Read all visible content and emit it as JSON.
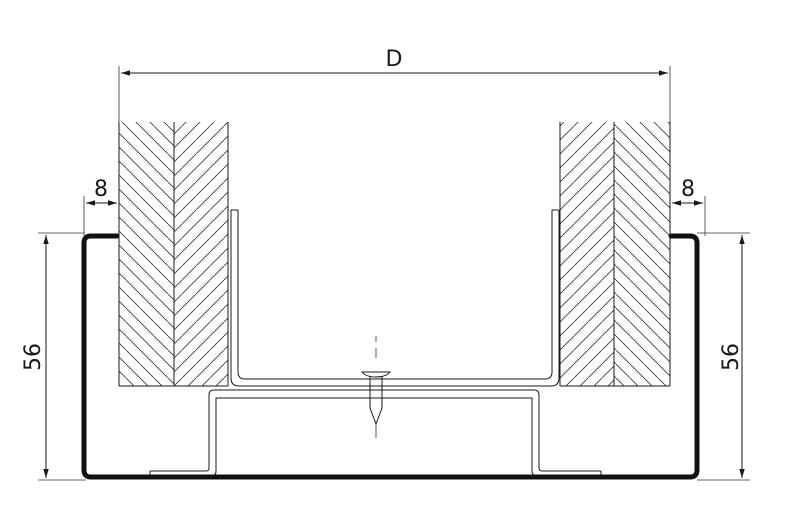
{
  "dimensions": {
    "width_label": "D",
    "left_gap": "8",
    "right_gap": "8",
    "left_height": "56",
    "right_height": "56"
  }
}
